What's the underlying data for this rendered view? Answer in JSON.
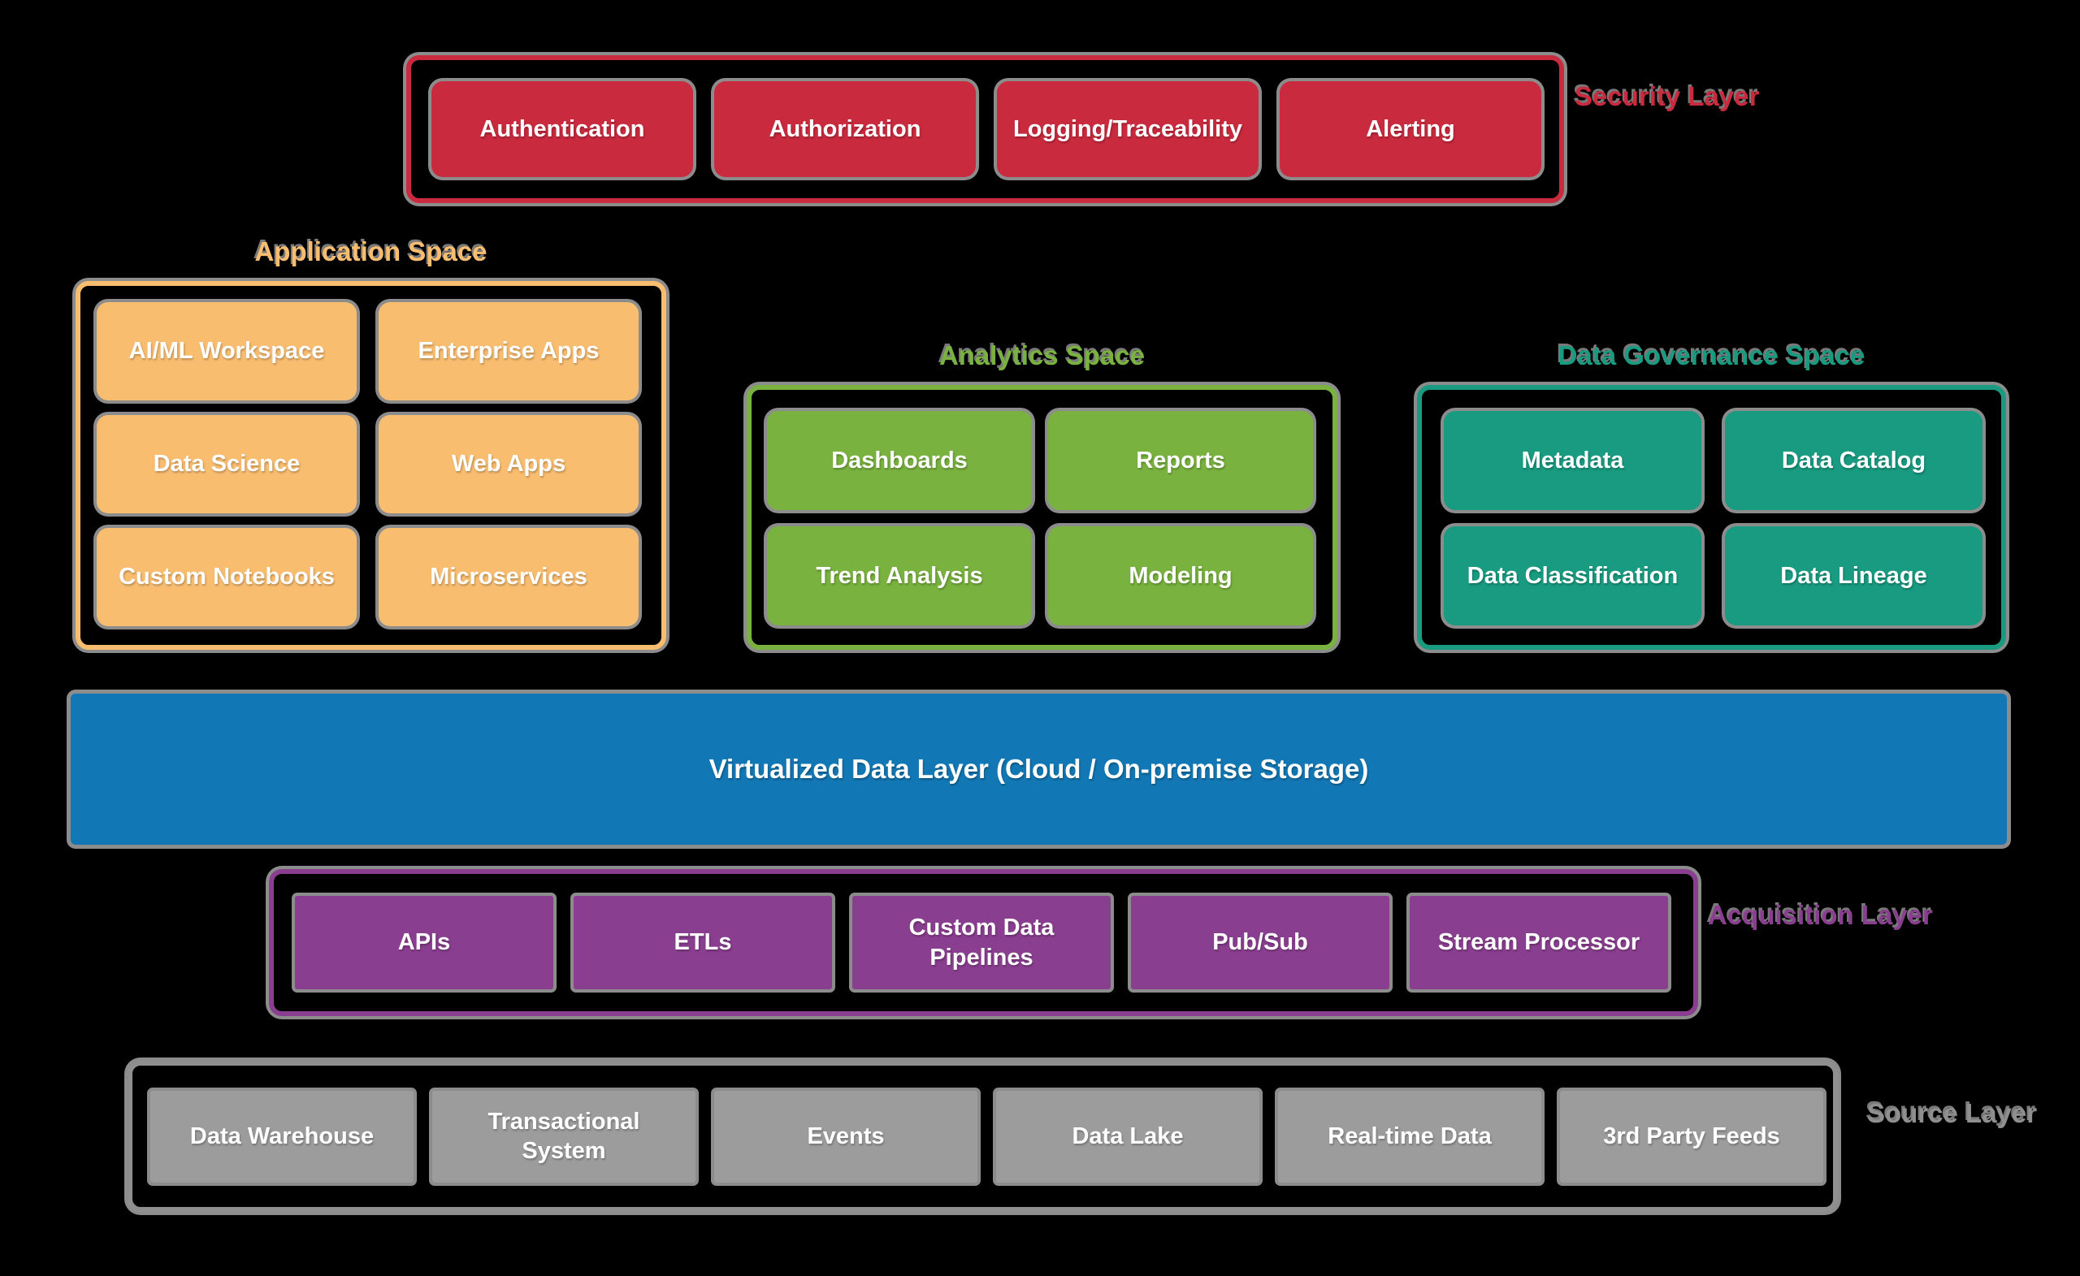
{
  "canvas": {
    "background": "#000000",
    "shadow_color": "#8c8c8c"
  },
  "security_layer": {
    "label": "Security Layer",
    "color": "#c92a3e",
    "items": [
      "Authentication",
      "Authorization",
      "Logging/Traceability",
      "Alerting"
    ]
  },
  "application_space": {
    "label": "Application Space",
    "color": "#f9bd70",
    "items": [
      "AI/ML Workspace",
      "Enterprise Apps",
      "Data Science",
      "Web Apps",
      "Custom Notebooks",
      "Microservices"
    ]
  },
  "analytics_space": {
    "label": "Analytics Space",
    "color": "#79b23f",
    "items": [
      "Dashboards",
      "Reports",
      "Trend Analysis",
      "Modeling"
    ]
  },
  "data_governance_space": {
    "label": "Data Governance Space",
    "color": "#189b81",
    "items": [
      "Metadata",
      "Data Catalog",
      "Data Classification",
      "Data Lineage"
    ]
  },
  "virtualized_data_layer": {
    "label": "Virtualized Data Layer (Cloud / On-premise Storage)",
    "color": "#1278b5"
  },
  "acquisition_layer": {
    "label": "Acquisition Layer",
    "color": "#8a3e8f",
    "items": [
      "APIs",
      "ETLs",
      "Custom Data Pipelines",
      "Pub/Sub",
      "Stream Processor"
    ]
  },
  "source_layer": {
    "label": "Source Layer",
    "color": "#9c9c9c",
    "border_color": "#8f8f8f",
    "items": [
      "Data Warehouse",
      "Transactional System",
      "Events",
      "Data Lake",
      "Real-time Data",
      "3rd Party Feeds"
    ]
  }
}
